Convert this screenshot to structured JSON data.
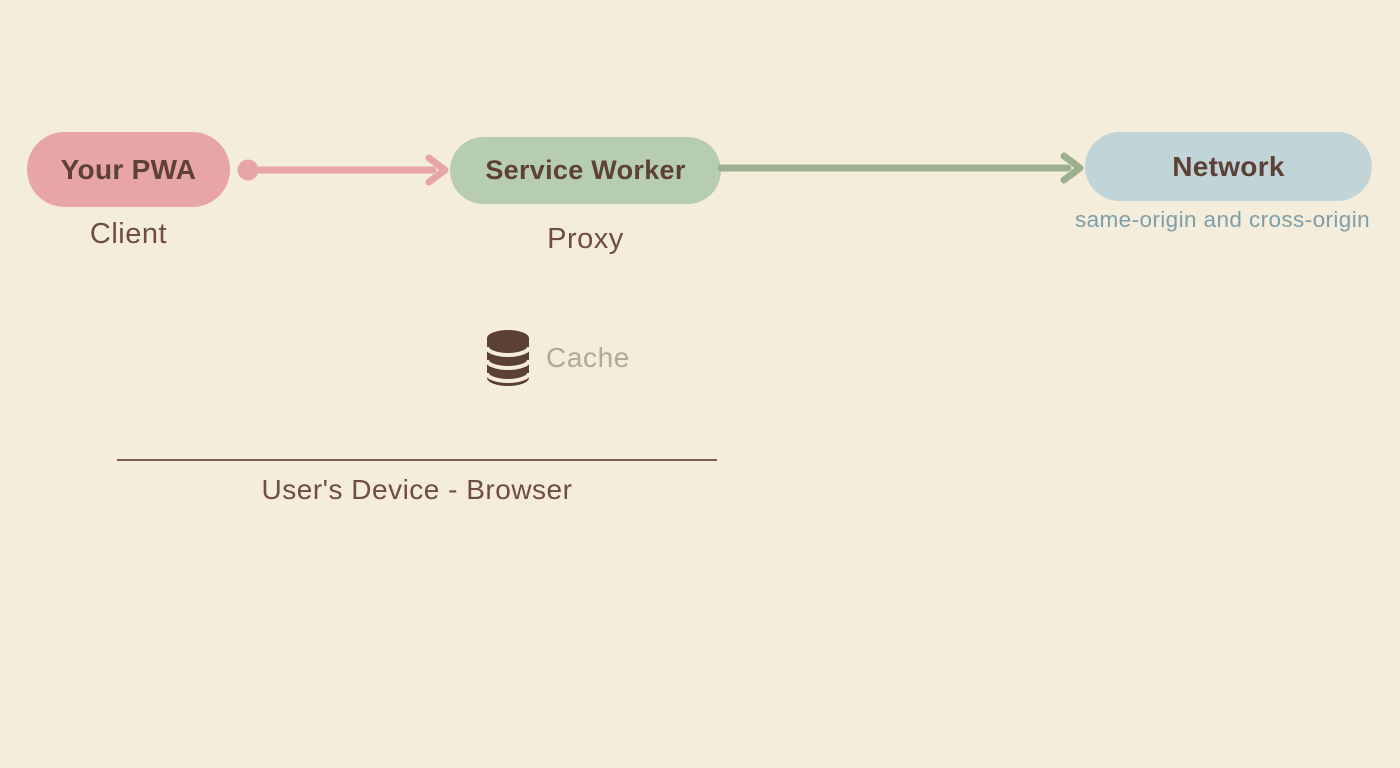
{
  "diagram": {
    "background": "#F5EDDC",
    "nodes": {
      "pwa": {
        "label": "Your PWA",
        "sublabel": "Client",
        "fill": "#E7A5A5",
        "label_color": "#5D4037",
        "sublabel_color": "#6F4D3F"
      },
      "service_worker": {
        "label": "Service Worker",
        "sublabel": "Proxy",
        "fill": "#B7CDAF",
        "label_color": "#5D4037",
        "sublabel_color": "#6F4D3F"
      },
      "network": {
        "label": "Network",
        "sublabel": "same-origin and cross-origin",
        "fill": "#C1D4D8",
        "label_color": "#5D4037",
        "sublabel_color": "#7C9FA9"
      }
    },
    "arrows": {
      "pwa_to_service_worker": {
        "color": "#E7A5A5",
        "start": "dot",
        "end": "arrowhead"
      },
      "service_worker_to_network": {
        "color": "#9DB191",
        "start": "plain",
        "end": "arrowhead"
      }
    },
    "cache": {
      "icon": "database-icon",
      "label": "Cache",
      "icon_color": "#5A4036",
      "label_color": "#B1A79A"
    },
    "device_boundary": {
      "label": "User's Device - Browser",
      "line_color": "#7E5D50",
      "label_color": "#6F4D3F"
    }
  }
}
